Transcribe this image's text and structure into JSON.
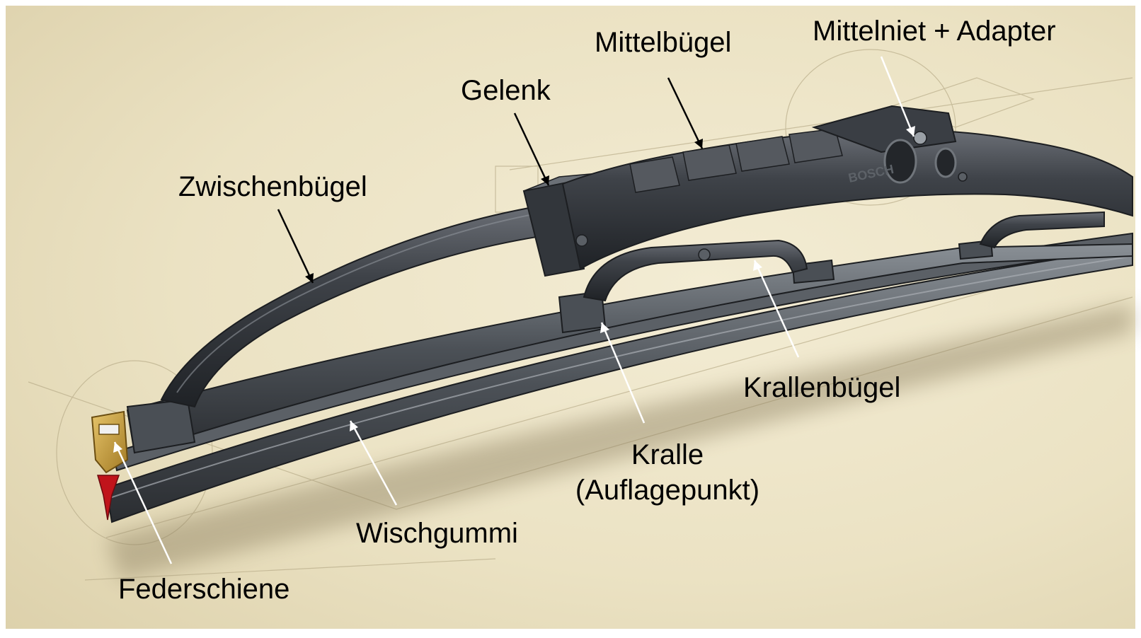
{
  "image": {
    "brand_mark": "BOSCH",
    "colors": {
      "background": "#ebe3c7",
      "blade_metal": "#3a3d42",
      "spring_rail": "#c9a03c",
      "rubber_tip": "#c0141b",
      "arrow_dark": "#000000",
      "arrow_light": "#ffffff"
    }
  },
  "labels": {
    "mittelniet_adapter": "Mittelniet + Adapter",
    "mittelbuegel": "Mittelbügel",
    "gelenk": "Gelenk",
    "zwischenbuegel": "Zwischenbügel",
    "krallenbuegel": "Krallenbügel",
    "kralle_line1": "Kralle",
    "kralle_line2": "(Auflagepunkt)",
    "wischgummi": "Wischgummi",
    "federschiene": "Federschiene"
  }
}
